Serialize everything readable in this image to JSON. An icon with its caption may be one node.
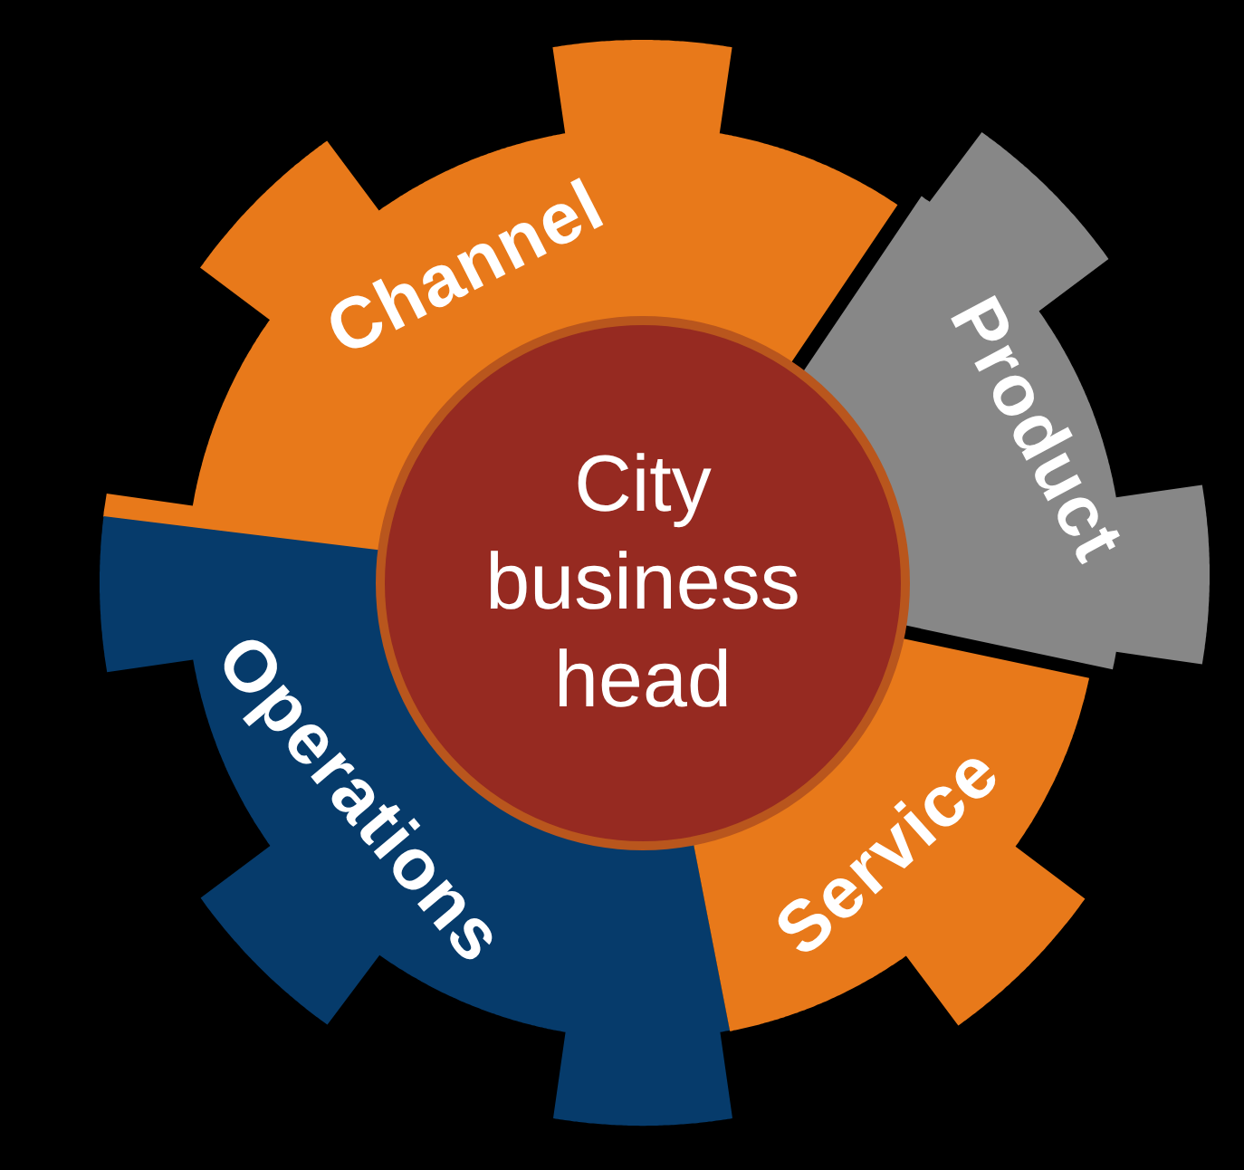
{
  "diagram": {
    "nodes": [
      {
        "text": [
          "Channel"
        ]
      },
      {
        "text": [
          "Product"
        ]
      },
      {
        "text": [
          "City business head"
        ]
      },
      {
        "text": [
          "Operations"
        ]
      },
      {
        "text": [
          "Service"
        ]
      }
    ]
  }
}
